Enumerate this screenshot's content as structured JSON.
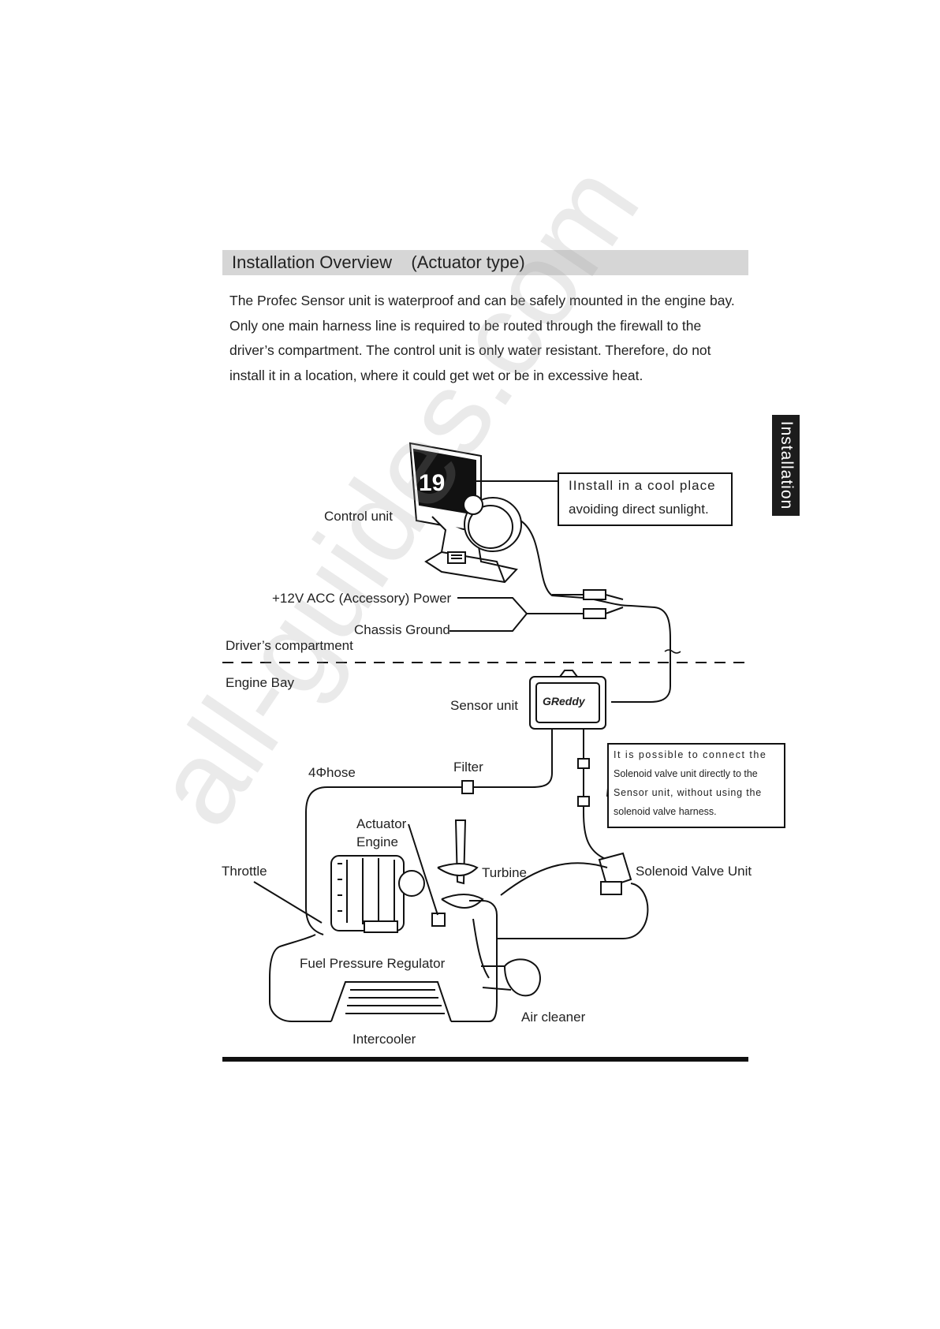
{
  "section": {
    "title": "Installation Overview    (Actuator type)",
    "intro_lines": [
      "The Profec Sensor unit is waterproof and can be safely mounted in the engine bay.",
      "Only one main harness line is required to be routed through the firewall to the",
      "driver’s compartment.  The control unit is only water resistant. Therefore, do not",
      "install it in a location, where it could get wet or be in excessive heat."
    ]
  },
  "side_tab": {
    "label": "Installation"
  },
  "labels": {
    "control_unit": "Control unit",
    "acc_power": "+12V ACC (Accessory) Power",
    "chassis_ground": "Chassis Ground",
    "drivers_compartment": "Driver’s compartment",
    "engine_bay": "Engine Bay",
    "sensor_unit": "Sensor unit",
    "hose": "4Φhose",
    "filter": "Filter",
    "actuator": "Actuator",
    "engine": "Engine",
    "throttle": "Throttle",
    "turbine": "Turbine",
    "solenoid_valve_unit": "Solenoid Valve Unit",
    "fuel_pressure_regulator": "Fuel Pressure Regulator",
    "air_cleaner": "Air cleaner",
    "intercooler": "Intercooler"
  },
  "callouts": {
    "cool_place": [
      "IInstall in a cool place",
      "avoiding direct sunlight."
    ],
    "direct_connect": [
      "It is possible to connect the",
      "Solenoid valve unit directly to the",
      "Sensor unit, without using the",
      "solenoid valve harness."
    ]
  },
  "device": {
    "display_value": "19",
    "brand": "GReddy"
  },
  "watermark": "all-guides.com"
}
